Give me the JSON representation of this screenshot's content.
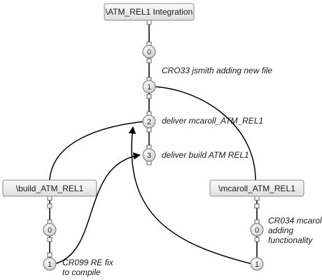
{
  "streams": {
    "integration": "\\ATM_REL1 Integration",
    "build": "\\build_ATM_REL1",
    "mcaroll": "\\mcaroll_ATM_REL1"
  },
  "versions": {
    "int_0": "0",
    "int_1": "1",
    "int_2": "2",
    "int_3": "3",
    "build_0": "0",
    "build_1": "1",
    "mcaroll_0": "0",
    "mcaroll_1": "1"
  },
  "annotations": {
    "int_1": "CRO33 jsmith adding new file",
    "int_2": "deliver mcaroll_ATM_REL1",
    "int_3": "deliver build ATM REL1",
    "build_1": [
      "CR099 RE fix",
      "to compile"
    ],
    "mcaroll_0": [
      "CR034 mcaroll",
      "adding",
      "functionality"
    ]
  }
}
